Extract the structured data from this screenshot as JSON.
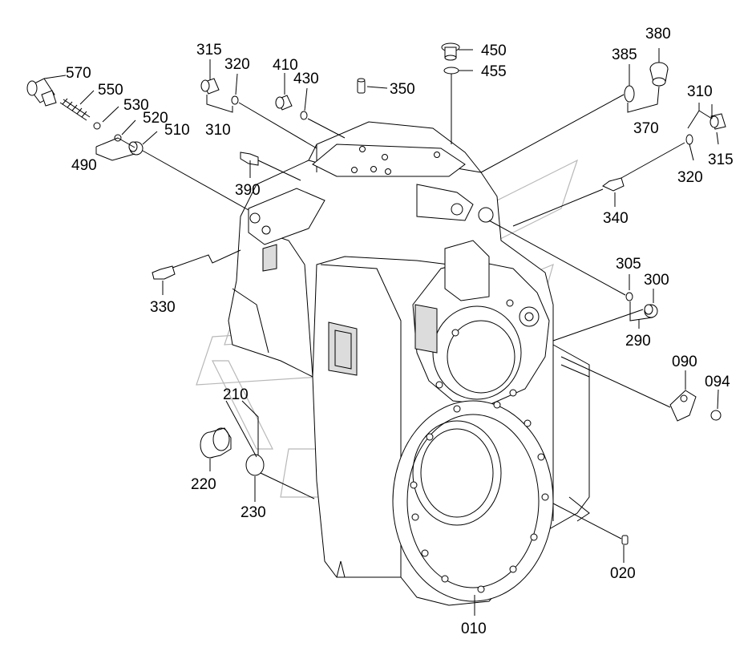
{
  "labels": {
    "p570": "570",
    "p550": "550",
    "p530": "530",
    "p520": "520",
    "p510": "510",
    "p490": "490",
    "p315a": "315",
    "p320a": "320",
    "p310a": "310",
    "p410": "410",
    "p430": "430",
    "p350": "350",
    "p450": "450",
    "p455": "455",
    "p385": "385",
    "p380": "380",
    "p370": "370",
    "p310b": "310",
    "p315b": "315",
    "p320b": "320",
    "p390": "390",
    "p340": "340",
    "p330": "330",
    "p305": "305",
    "p300": "300",
    "p290": "290",
    "p090": "090",
    "p094": "094",
    "p210": "210",
    "p220": "220",
    "p230": "230",
    "p020": "020",
    "p010": "010"
  }
}
